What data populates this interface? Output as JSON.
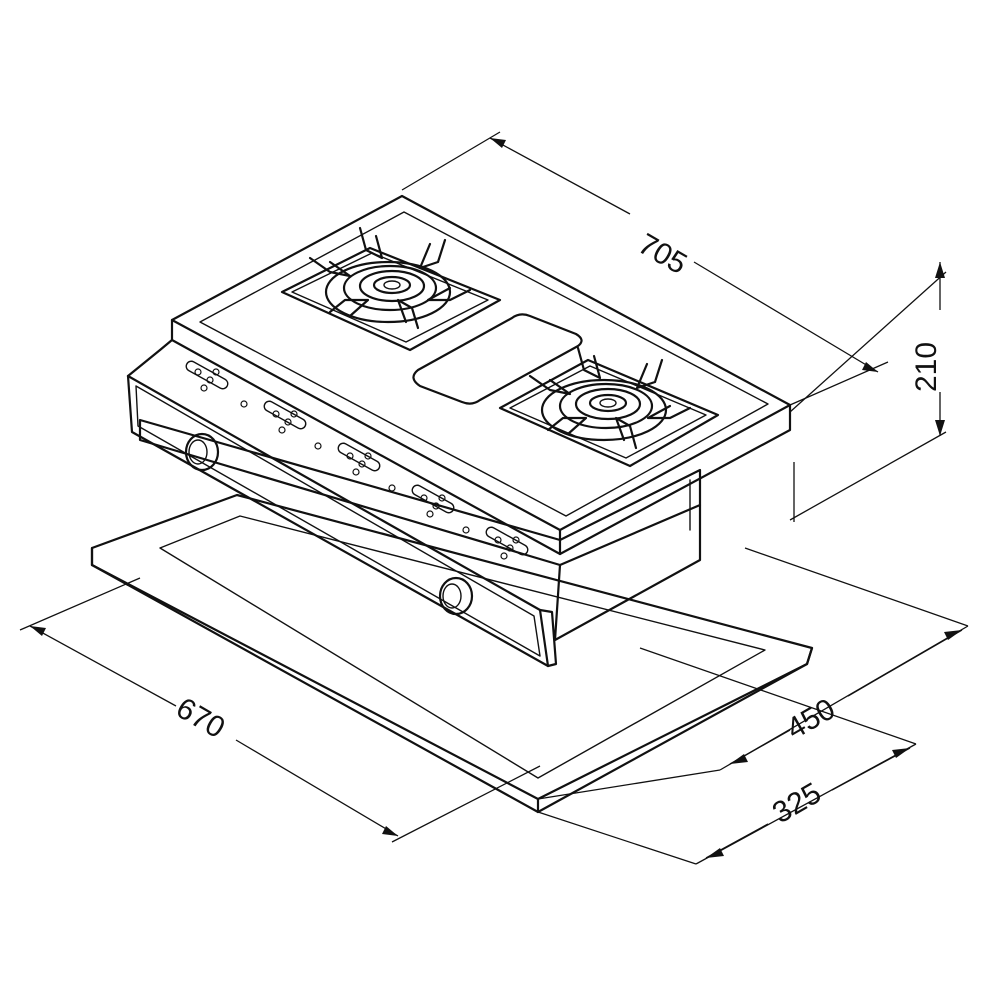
{
  "dimensions": {
    "depth_top": "705",
    "height": "210",
    "width_front": "670",
    "cutout_depth": "450",
    "cutout_width": "325"
  },
  "colors": {
    "line": "#111111",
    "background": "#ffffff"
  }
}
